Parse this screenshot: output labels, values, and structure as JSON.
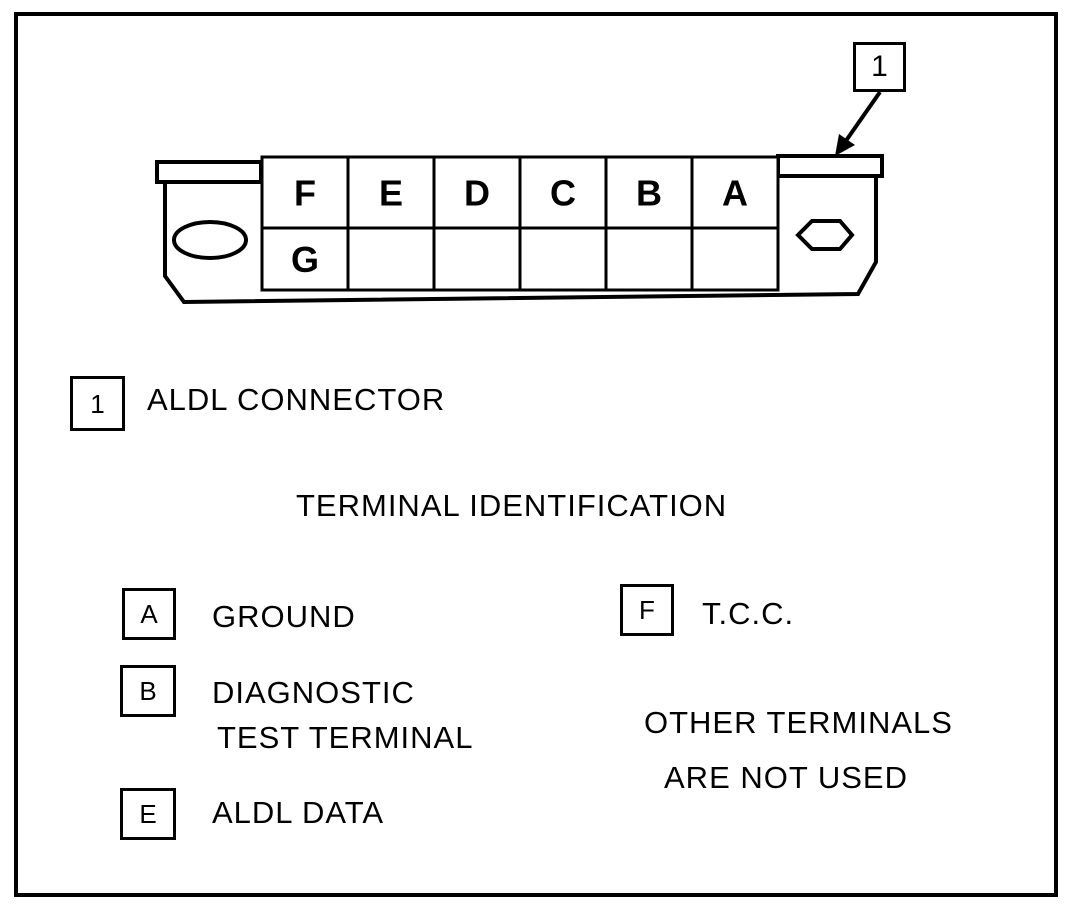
{
  "callout": {
    "number": "1"
  },
  "connector": {
    "top_row": [
      "F",
      "E",
      "D",
      "C",
      "B",
      "A"
    ],
    "bottom_row": [
      "G",
      "",
      "",
      "",
      "",
      ""
    ]
  },
  "legend_item": {
    "number": "1",
    "label": "ALDL CONNECTOR"
  },
  "terminal_section": {
    "title": "TERMINAL IDENTIFICATION",
    "terminals": [
      {
        "letter": "A",
        "lines": [
          "GROUND"
        ]
      },
      {
        "letter": "B",
        "lines": [
          "DIAGNOSTIC",
          "TEST TERMINAL"
        ]
      },
      {
        "letter": "E",
        "lines": [
          "ALDL DATA"
        ]
      },
      {
        "letter": "F",
        "lines": [
          "T.C.C."
        ]
      }
    ],
    "note_lines": [
      "OTHER TERMINALS",
      "ARE NOT USED"
    ]
  }
}
